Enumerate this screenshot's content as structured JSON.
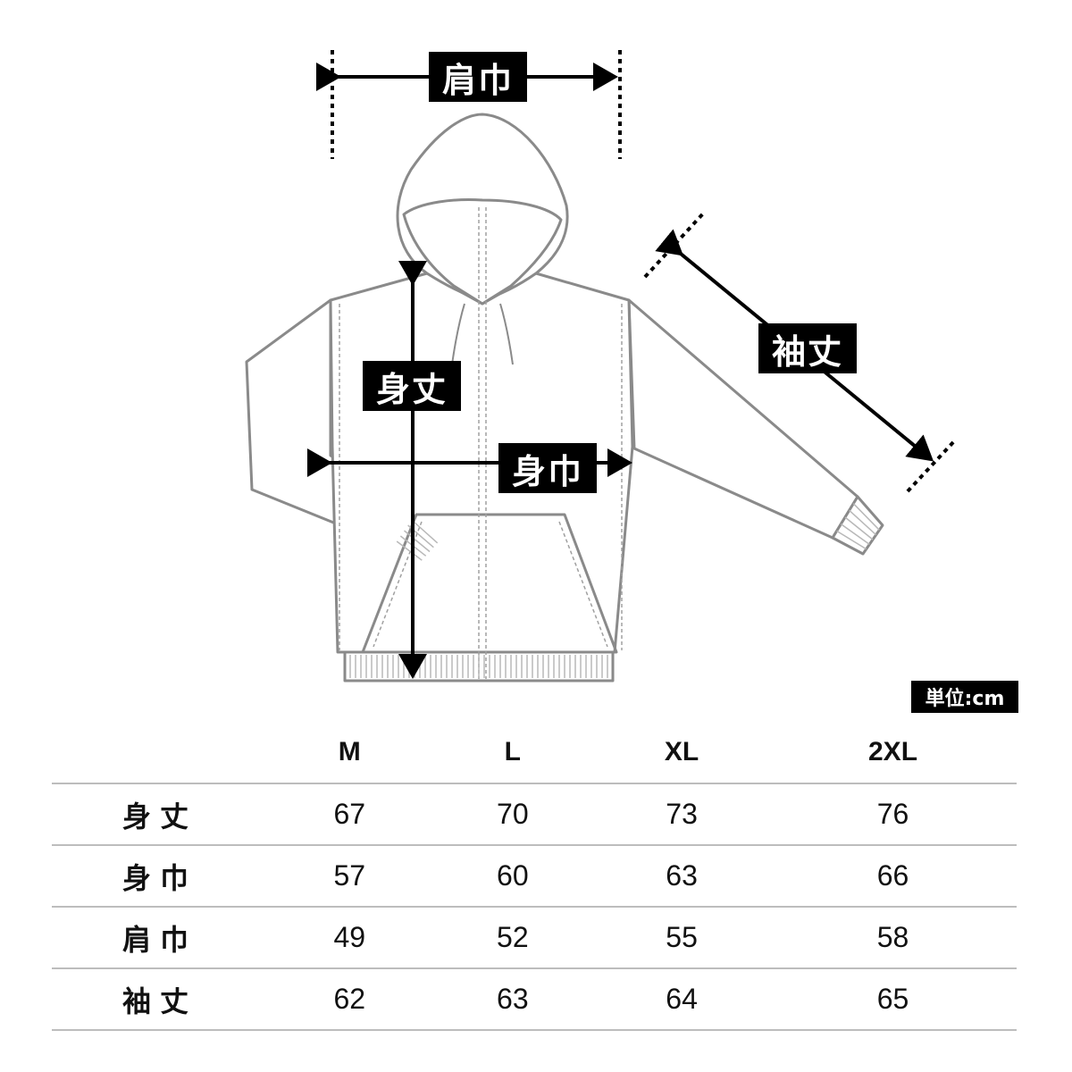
{
  "labels": {
    "shoulder_width": "肩巾",
    "body_length": "身丈",
    "body_width": "身巾",
    "sleeve_length": "袖丈"
  },
  "unit": "単位:cm",
  "table": {
    "sizes": [
      "M",
      "L",
      "XL",
      "2XL"
    ],
    "rows": [
      {
        "label": "身丈",
        "values": [
          "67",
          "70",
          "73",
          "76"
        ]
      },
      {
        "label": "身巾",
        "values": [
          "57",
          "60",
          "63",
          "66"
        ]
      },
      {
        "label": "肩巾",
        "values": [
          "49",
          "52",
          "55",
          "58"
        ]
      },
      {
        "label": "袖丈",
        "values": [
          "62",
          "63",
          "64",
          "65"
        ]
      }
    ]
  },
  "colors": {
    "outline": "#8a8a8a",
    "arrow": "#000000",
    "divider": "#bdbdbd"
  }
}
